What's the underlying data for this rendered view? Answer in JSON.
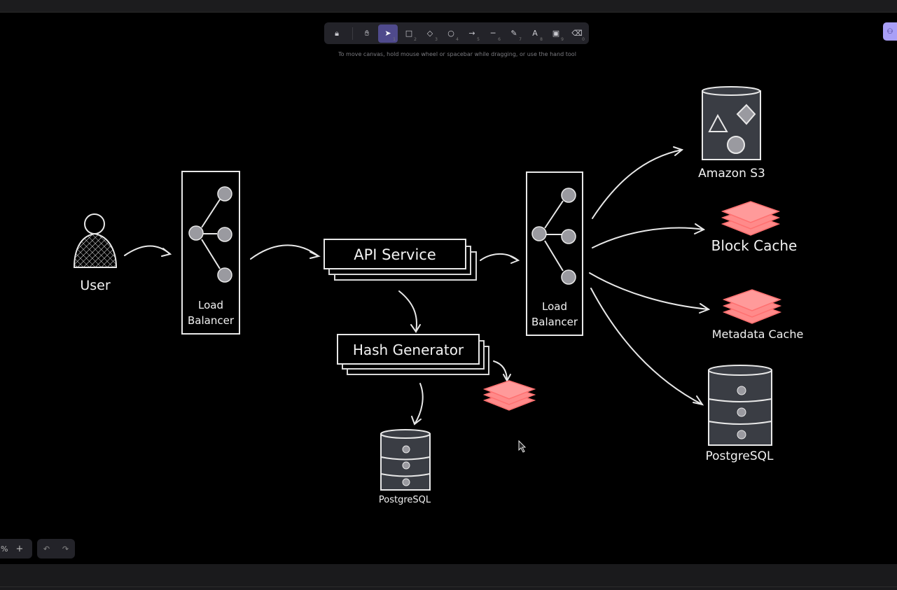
{
  "toolbar": {
    "tools": [
      {
        "name": "lock-tool",
        "glyph": "🔒︎",
        "num": ""
      },
      {
        "name": "hand-tool",
        "glyph": "✋︎",
        "num": ""
      },
      {
        "name": "selection-tool",
        "glyph": "➤",
        "num": "1"
      },
      {
        "name": "rectangle-tool",
        "glyph": "□",
        "num": "2"
      },
      {
        "name": "diamond-tool",
        "glyph": "◇",
        "num": "3"
      },
      {
        "name": "ellipse-tool",
        "glyph": "○",
        "num": "4"
      },
      {
        "name": "arrow-tool",
        "glyph": "→",
        "num": "5"
      },
      {
        "name": "line-tool",
        "glyph": "─",
        "num": "6"
      },
      {
        "name": "draw-tool",
        "glyph": "✎",
        "num": "7"
      },
      {
        "name": "text-tool",
        "glyph": "A",
        "num": "8"
      },
      {
        "name": "image-tool",
        "glyph": "▣",
        "num": "9"
      },
      {
        "name": "eraser-tool",
        "glyph": "⌫",
        "num": "0"
      }
    ]
  },
  "hint": "To move canvas, hold mouse wheel or spacebar while dragging, or use the hand tool",
  "zoom": {
    "suffix": "%",
    "plus": "+"
  },
  "history": {
    "undo": "↶",
    "redo": "↷"
  },
  "diagram": {
    "user_label": "User",
    "lb1_line1": "Load",
    "lb1_line2": "Balancer",
    "api_label": "API Service",
    "hash_label": "Hash Generator",
    "db_small_label": "PostgreSQL",
    "lb2_line1": "Load",
    "lb2_line2": "Balancer",
    "s3_label": "Amazon S3",
    "block_cache_label": "Block Cache",
    "metadata_cache_label": "Metadata Cache",
    "db_big_label": "PostgreSQL"
  },
  "colors": {
    "background": "#000000",
    "stroke": "#e8e8e8",
    "cache": "#ff8a8a",
    "accent": "#a99ff7"
  }
}
